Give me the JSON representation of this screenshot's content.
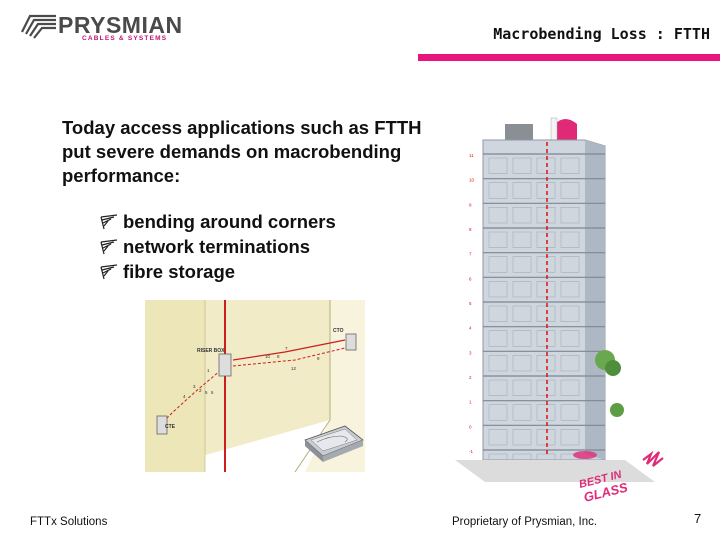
{
  "header": {
    "logo_brand": "PRYSMIAN",
    "logo_subtitle": "CABLES & SYSTEMS",
    "slide_title": "Macrobending Loss : FTTH",
    "accent_color": "#e8157f"
  },
  "body": {
    "intro": "Today access applications such as FTTH put severe demands on macrobending performance:",
    "bullet_icon": "quill-arrow-icon",
    "bullets": [
      "bending around corners",
      "network terminations",
      "fibre storage"
    ]
  },
  "room_diagram": {
    "labels": [
      "CTO",
      "RISER BOX",
      "CTE"
    ],
    "numbers": [
      "7",
      "10",
      "8",
      "9",
      "12",
      "1",
      "3",
      "4",
      "2",
      "5",
      "6"
    ]
  },
  "building": {
    "floor_numbers": [
      "11",
      "10",
      "9",
      "8",
      "7",
      "6",
      "5",
      "4",
      "3",
      "2",
      "1",
      "0",
      "-1"
    ],
    "badge_line1": "BEST IN",
    "badge_line2": "GLASS"
  },
  "footer": {
    "left": "FTTx Solutions",
    "center": "Proprietary of Prysmian, Inc.",
    "page_number": "7"
  }
}
